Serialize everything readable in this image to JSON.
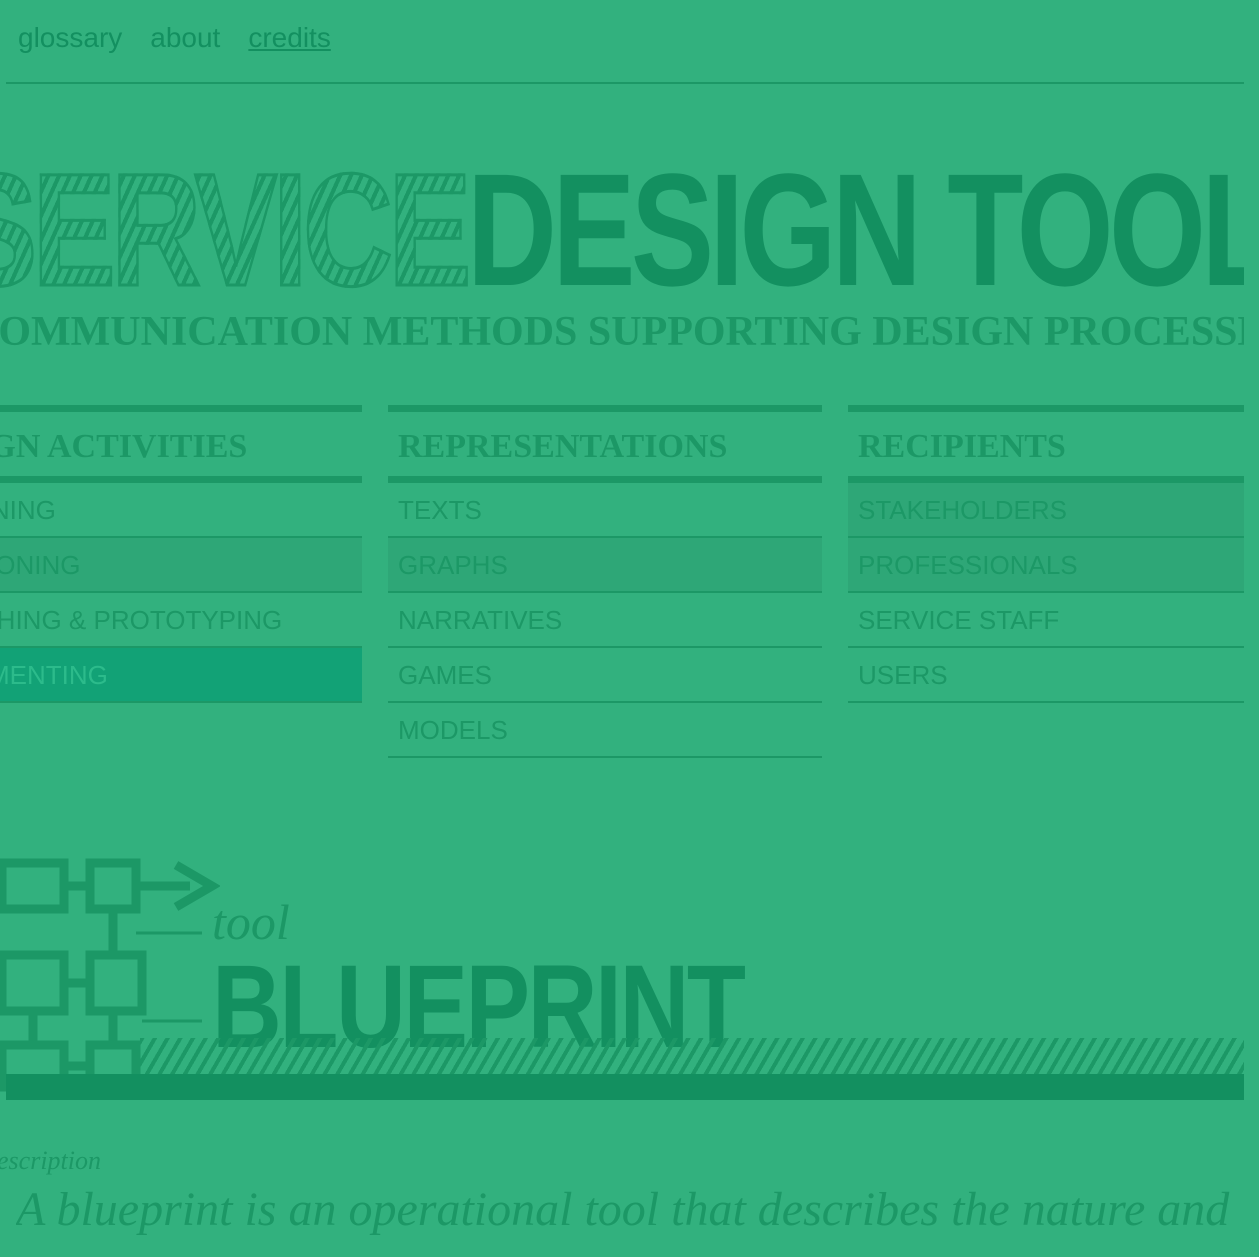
{
  "topnav": {
    "glossary": "glossary",
    "about": "about",
    "credits": "credits"
  },
  "site": {
    "title_word1": "SERVICE",
    "title_word2": "DESIGN TOOLS",
    "subtitle": "COMMUNICATION METHODS SUPPORTING DESIGN PROCESSES"
  },
  "columns": {
    "activities": {
      "heading": "DESIGN ACTIVITIES",
      "items": [
        "DESIGNING",
        "ENVISIONING",
        "SKETCHING & PROTOTYPING",
        "IMPLEMENTING"
      ]
    },
    "representations": {
      "heading": "REPRESENTATIONS",
      "items": [
        "TEXTS",
        "GRAPHS",
        "NARRATIVES",
        "GAMES",
        "MODELS"
      ]
    },
    "recipients": {
      "heading": "RECIPIENTS",
      "items": [
        "STAKEHOLDERS",
        "PROFESSIONALS",
        "SERVICE STAFF",
        "USERS"
      ]
    }
  },
  "tool": {
    "kind": "tool",
    "name": "BLUEPRINT",
    "icon": "blueprint-flowchart-icon"
  },
  "description": {
    "label": "description",
    "text": "A blueprint is an operational tool that describes the nature and"
  },
  "colors": {
    "background": "#32b17e",
    "primary": "#139060",
    "line": "#1c9866",
    "highlight": "#12a276"
  }
}
